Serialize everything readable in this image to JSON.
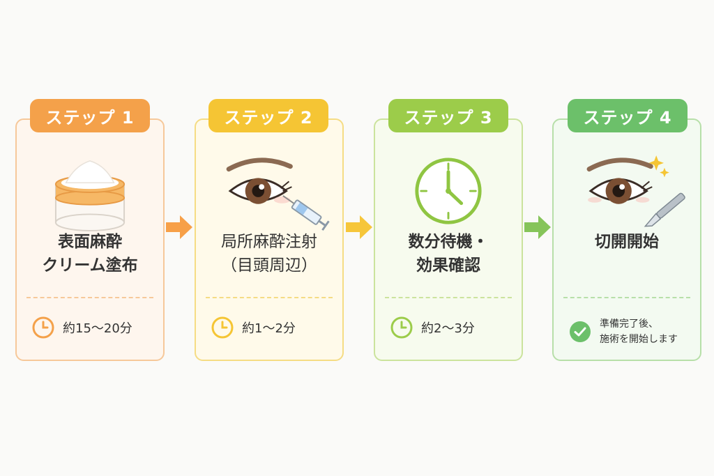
{
  "steps": [
    {
      "badge": "ステップ 1",
      "title_line1": "表面麻酔",
      "title_line2": "クリーム塗布",
      "footer": "約15～20分",
      "footer_icon": "clock-icon",
      "illustration": "cream-jar-icon",
      "color": "#f4a14a",
      "bg": "#fef6ee"
    },
    {
      "badge": "ステップ 2",
      "title_line1": "局所麻酔注射",
      "title_line2": "（目頭周辺）",
      "footer": "約1～2分",
      "footer_icon": "clock-icon",
      "illustration": "eye-syringe-icon",
      "color": "#f5c534",
      "bg": "#fffaea"
    },
    {
      "badge": "ステップ 3",
      "title_line1": "数分待機・",
      "title_line2": "効果確認",
      "footer": "約2～3分",
      "footer_icon": "clock-icon",
      "illustration": "wall-clock-icon",
      "color": "#9ccc4a",
      "bg": "#f7fbee"
    },
    {
      "badge": "ステップ 4",
      "title_line1": "切開開始",
      "title_line2": "",
      "footer_line1": "準備完了後、",
      "footer_line2": "施術を開始します",
      "footer_icon": "check-circle-icon",
      "illustration": "eye-scalpel-icon",
      "color": "#6cc06a",
      "bg": "#f3faf1"
    }
  ]
}
